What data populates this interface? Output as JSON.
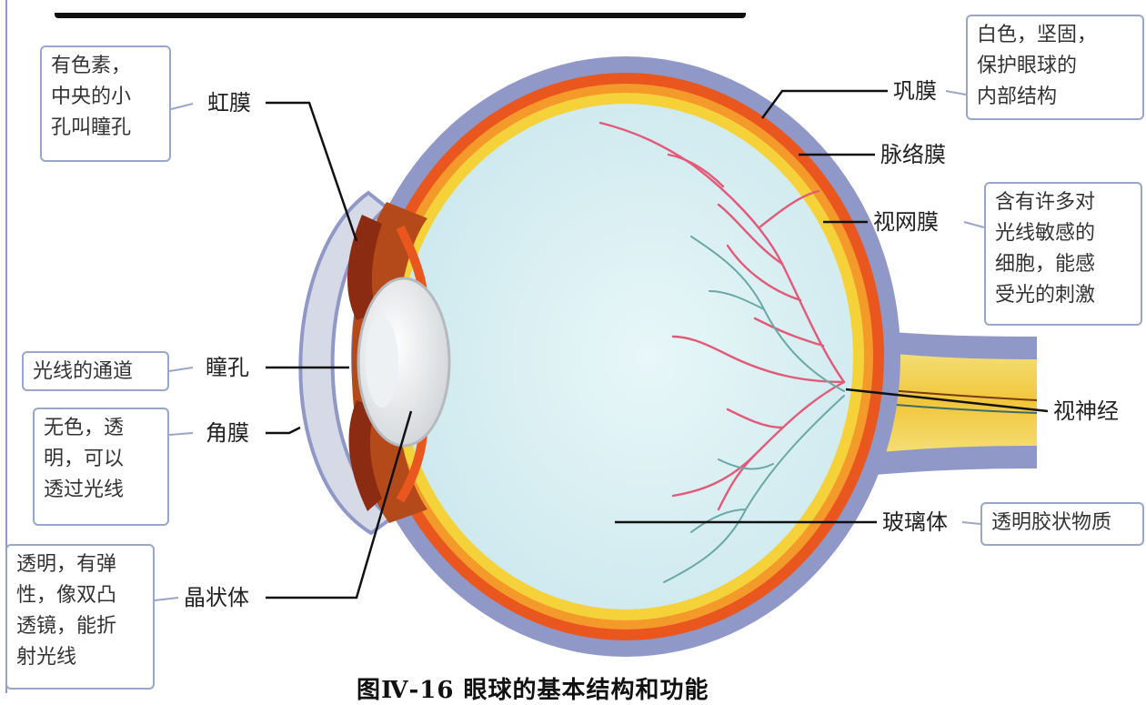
{
  "colors": {
    "sclera": "#8f98c6",
    "choroid": "#e9571e",
    "retina": "#f5d23a",
    "vitreous": "#d9f0f3",
    "vessel_red": "#e35a78",
    "vessel_teal": "#6aa8a6",
    "note_border": "#9aa6c8"
  },
  "labels": {
    "iris": "虹膜",
    "pupil": "瞳孔",
    "cornea": "角膜",
    "lens": "晶状体",
    "sclera": "巩膜",
    "choroid": "脉络膜",
    "retina": "视网膜",
    "optic_nerve": "视神经",
    "vitreous": "玻璃体"
  },
  "notes": {
    "iris": "有色素，\n中央的小\n孔叫瞳孔",
    "pupil": "光线的通道",
    "cornea": "无色，透\n明，可以\n透过光线",
    "lens": "透明，有弹\n性，像双凸\n透镜，能折\n射光线",
    "sclera": "白色，坚固，\n保护眼球的\n内部结构",
    "retina": "含有许多对\n光线敏感的\n细胞，能感\n受光的刺激",
    "vitreous": "透明胶状物质"
  },
  "caption": "图Ⅳ-16 眼球的基本结构和功能"
}
